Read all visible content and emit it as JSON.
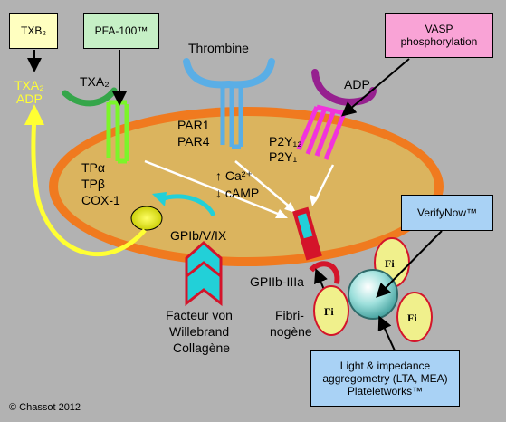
{
  "boxes": {
    "txb2": "TXB₂",
    "pfa100": "PFA-100™",
    "vasp_line1": "VASP",
    "vasp_line2": "phosphorylation",
    "verifynow": "VerifyNow™",
    "aggregometry_line1": "Light & impedance",
    "aggregometry_line2": "aggregometry (LTA, MEA)",
    "aggregometry_line3": "Plateletworks™"
  },
  "labels": {
    "released_1": "TXA₂",
    "released_2": "ADP",
    "txa2": "TXA₂",
    "thrombine": "Thrombine",
    "adp": "ADP",
    "par1": "PAR1",
    "par4": "PAR4",
    "p2y12": "P2Y₁₂",
    "p2y1": "P2Y₁",
    "tpa": "TPα",
    "tpb": "TPβ",
    "cox1": "COX-1",
    "ca": "↑ Ca²⁺",
    "camp": "↓ cAMP",
    "gpib": "GPIb/V/IX",
    "gpiib": "GPIIb-IIIa",
    "vwf_line1": "Facteur von",
    "vwf_line2": "Willebrand",
    "vwf_line3": "Collagène",
    "fib_line1": "Fibri-",
    "fib_line2": "nogène",
    "fi": "Fi",
    "copyright": "© Chassot 2012"
  },
  "colors": {
    "background": "#b2b2b2",
    "membrane": "#f07a1f",
    "cytoplasm": "#dbb45e",
    "txa2_receptor": "#7cf52a",
    "thrombin_receptor": "#5aaee6",
    "adp_receptor": "#f233dc",
    "adp_ligand": "#96208f",
    "released": "#ffff33",
    "gpib": "#ffffff",
    "gpiib": "#d4142a",
    "vwf": "#22d0d8",
    "fibrinogen": "#f0f08c"
  }
}
